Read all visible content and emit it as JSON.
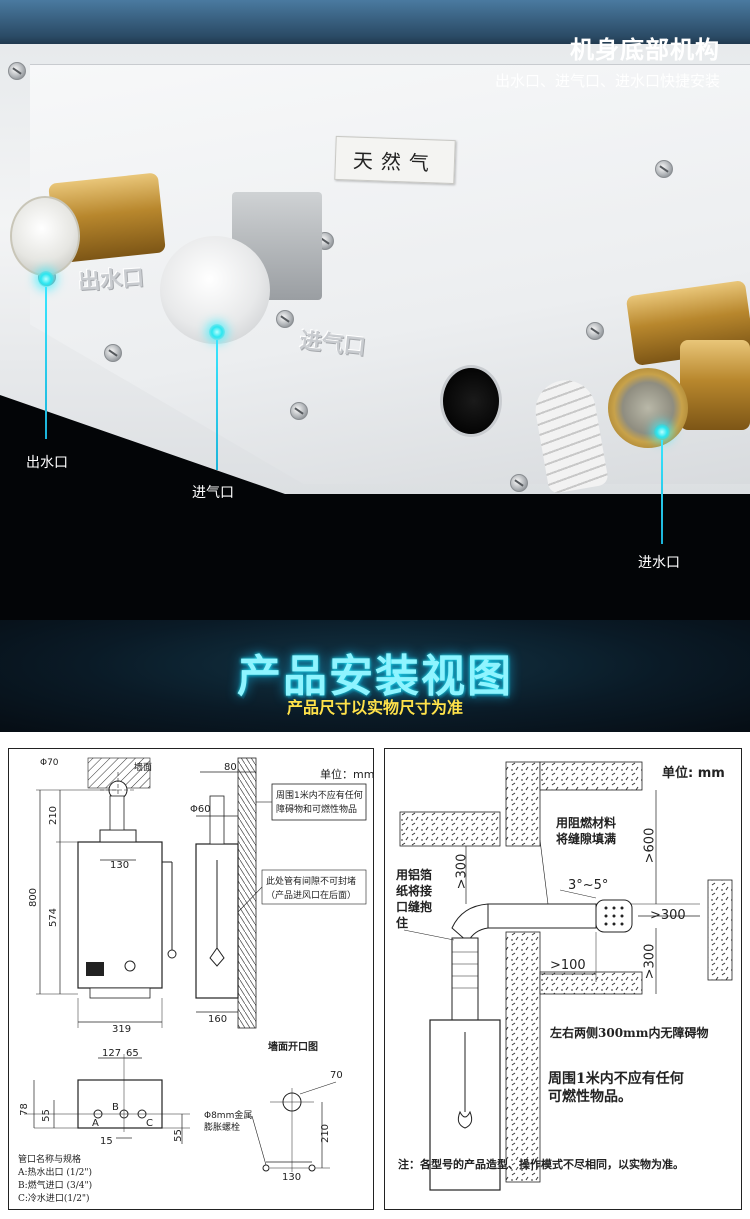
{
  "photo": {
    "title": "机身底部机构",
    "subtitle": "出水口、进气口、进水口快捷安装",
    "gas_label": "天然气",
    "embossed_outlet": "出水口",
    "embossed_gas": "进气口",
    "callouts": {
      "water_outlet": "出水口",
      "gas_inlet": "进气口",
      "water_inlet": "进水口"
    },
    "accent_color": "#2be6f0"
  },
  "banner": {
    "title": "产品安装视图",
    "subtitle": "产品尺寸以实物尺寸为准",
    "title_color": "#8ff4ff",
    "subtitle_color": "#ffe24a"
  },
  "left_drawing": {
    "unit": "单位：mm",
    "phi70": "Φ70",
    "wall": "墙面",
    "dims": {
      "d210": "210",
      "d130": "130",
      "d800": "800",
      "d574": "574",
      "d319": "319",
      "d80": "80",
      "phi60": "Φ60",
      "d160": "160",
      "d127": "127",
      "d65": "65",
      "d78": "78",
      "d55a": "55",
      "d55b": "55",
      "d15": "15",
      "d70": "70",
      "d210b": "210",
      "d130b": "130"
    },
    "note1_l1": "周围1米内不应有任何",
    "note1_l2": "障碍物和可燃性物品",
    "note2_l1": "此处管有间隙不可封堵",
    "note2_l2": "（产品进风口在后面）",
    "wall_opening_title": "墙面开口图",
    "bolt_l1": "Φ8mm金属",
    "bolt_l2": "膨胀螺栓",
    "port_a": "A",
    "port_b": "B",
    "port_c": "C",
    "legend_title": "管口名称与规格",
    "legend_a": "A:热水出口 (1/2\")",
    "legend_b": "B:燃气进口 (3/4\")",
    "legend_c": "C:冷水进口(1/2\")"
  },
  "right_drawing": {
    "unit": "单位: mm",
    "fire_l1": "用阻燃材料",
    "fire_l2": "将缝隙填满",
    "foil_l1": "用铝箔",
    "foil_l2": "纸将接",
    "foil_l3": "口缝抱",
    "foil_l4": "住",
    "angle": "3°~5°",
    "gt600": ">600",
    "gt300_top": ">300",
    "gt300_right": ">300",
    "gt100": ">100",
    "gt300_side": ">300",
    "side_note": "左右两侧300mm内无障碍物",
    "warn_l1": "周围1米内不应有任何",
    "warn_l2": "可燃性物品。",
    "footnote": "注：各型号的产品造型、操作模式不尽相同，以实物为准。"
  }
}
